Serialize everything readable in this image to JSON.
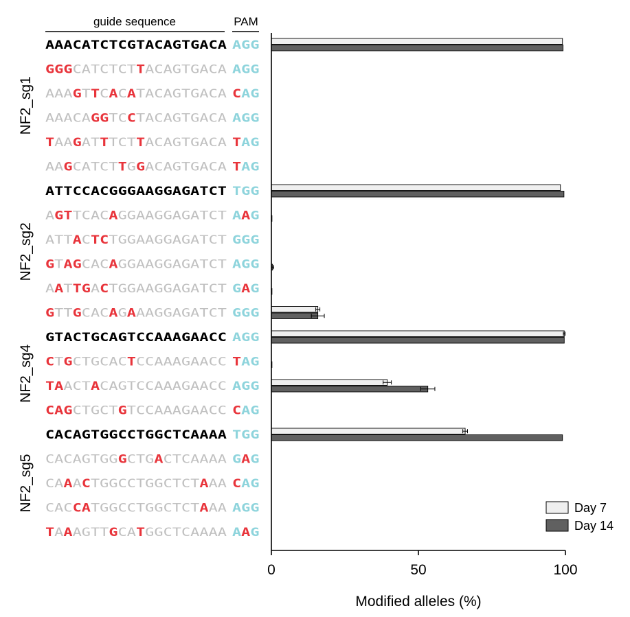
{
  "chart_data": {
    "type": "bar",
    "orientation": "horizontal",
    "header": {
      "guide": "guide sequence",
      "pam": "PAM"
    },
    "xlabel": "Modified alleles (%)",
    "xlim": [
      0,
      100
    ],
    "xticks": [
      0,
      50,
      100
    ],
    "legend": {
      "position": "bottom-right",
      "entries": [
        "Day 7",
        "Day 14"
      ]
    },
    "colors": {
      "day7": "#efefef",
      "day14": "#606060",
      "target_text": "#000000",
      "offtarget_text": "#c0c0c0",
      "mismatch": "#e8343b",
      "pam": "#8ed4dc"
    },
    "series": [
      {
        "name": "Day 7"
      },
      {
        "name": "Day 14"
      }
    ],
    "groups": [
      {
        "label": "NF2_sg1",
        "rows": [
          {
            "guide": "AAACATCTCGTACAGTGACA",
            "pam": "AGG",
            "target": true,
            "mm": [],
            "pam_mm": [],
            "day7": 99,
            "day7_err": 0,
            "day14": 99.2,
            "day14_err": 0
          },
          {
            "guide": "GGGCATCTCTTACAGTGACA",
            "pam": "AGG",
            "target": false,
            "mm": [
              0,
              1,
              2,
              10
            ],
            "pam_mm": [],
            "day7": 0,
            "day7_err": 0,
            "day14": 0,
            "day14_err": 0
          },
          {
            "guide": "AAAGTTCACATACAGTGACA",
            "pam": "CAG",
            "target": false,
            "mm": [
              3,
              5,
              7,
              9
            ],
            "pam_mm": [
              0
            ],
            "day7": 0,
            "day7_err": 0,
            "day14": 0,
            "day14_err": 0
          },
          {
            "guide": "AAACAGGTCCTACAGTGACA",
            "pam": "AGG",
            "target": false,
            "mm": [
              5,
              6,
              9
            ],
            "pam_mm": [],
            "day7": 0,
            "day7_err": 0,
            "day14": 0,
            "day14_err": 0
          },
          {
            "guide": "TAAGATTTCTTACAGTGACA",
            "pam": "TAG",
            "target": false,
            "mm": [
              0,
              3,
              6,
              10
            ],
            "pam_mm": [
              0
            ],
            "day7": 0,
            "day7_err": 0,
            "day14": 0,
            "day14_err": 0
          },
          {
            "guide": "AAGCATCTTGGACAGTGACA",
            "pam": "TAG",
            "target": false,
            "mm": [
              2,
              8,
              10
            ],
            "pam_mm": [
              0
            ],
            "day7": 0,
            "day7_err": 0,
            "day14": 0,
            "day14_err": 0
          }
        ]
      },
      {
        "label": "NF2_sg2",
        "rows": [
          {
            "guide": "ATTCCACGGGAAGGAGATCT",
            "pam": "TGG",
            "target": true,
            "mm": [],
            "pam_mm": [],
            "day7": 98.3,
            "day7_err": 0,
            "day14": 99.5,
            "day14_err": 0
          },
          {
            "guide": "AGTTCACAGGAAGGAGATCT",
            "pam": "AAG",
            "target": false,
            "mm": [
              1,
              2,
              7
            ],
            "pam_mm": [
              1
            ],
            "day7": 0,
            "day7_err": 0,
            "day14": 0.2,
            "day14_err": 0
          },
          {
            "guide": "ATTACTCTGGAAGGAGATCT",
            "pam": "GGG",
            "target": false,
            "mm": [
              3,
              5,
              6
            ],
            "pam_mm": [],
            "day7": 0,
            "day7_err": 0,
            "day14": 0,
            "day14_err": 0
          },
          {
            "guide": "GTAGCACAGGAAGGAGATCT",
            "pam": "AGG",
            "target": false,
            "mm": [
              0,
              2,
              3,
              7
            ],
            "pam_mm": [],
            "day7": 0,
            "day7_err": 0,
            "day14": 0.4,
            "day14_err": 0.4
          },
          {
            "guide": "AATTGACTGGAAGGAGATCT",
            "pam": "GAG",
            "target": false,
            "mm": [
              1,
              3,
              4,
              6
            ],
            "pam_mm": [
              1
            ],
            "day7": 0,
            "day7_err": 0,
            "day14": 0.2,
            "day14_err": 0
          },
          {
            "guide": "GTTGCACAGAAAGGAGATCT",
            "pam": "GGG",
            "target": false,
            "mm": [
              0,
              3,
              7,
              9
            ],
            "pam_mm": [],
            "day7": 15.8,
            "day7_err": 0.7,
            "day14": 15.8,
            "day14_err": 2.2
          }
        ]
      },
      {
        "label": "NF2_sg4",
        "rows": [
          {
            "guide": "GTACTGCAGTCCAAAGAACC",
            "pam": "AGG",
            "target": true,
            "mm": [],
            "pam_mm": [],
            "day7": 99.6,
            "day7_err": 0.3,
            "day14": 99.6,
            "day14_err": 0
          },
          {
            "guide": "CTGCTGCACTCCAAAGAACC",
            "pam": "TAG",
            "target": false,
            "mm": [
              0,
              2,
              9
            ],
            "pam_mm": [
              0
            ],
            "day7": 0,
            "day7_err": 0,
            "day14": 0.2,
            "day14_err": 0
          },
          {
            "guide": "TAACTACAGTCCAAAGAACC",
            "pam": "AGG",
            "target": false,
            "mm": [
              0,
              1,
              5
            ],
            "pam_mm": [],
            "day7": 39.4,
            "day7_err": 1.4,
            "day14": 53.2,
            "day14_err": 2.4
          },
          {
            "guide": "CAGCTGCTGTCCAAAGAACC",
            "pam": "CAG",
            "target": false,
            "mm": [
              0,
              1,
              2,
              8
            ],
            "pam_mm": [
              0
            ],
            "day7": 0,
            "day7_err": 0,
            "day14": 0,
            "day14_err": 0
          }
        ]
      },
      {
        "label": "NF2_sg5",
        "rows": [
          {
            "guide": "CACAGTGGCCTGGCTCAAAA",
            "pam": "TGG",
            "target": true,
            "mm": [],
            "pam_mm": [],
            "day7": 65.9,
            "day7_err": 0.8,
            "day14": 99,
            "day14_err": 0
          },
          {
            "guide": "CACAGTGGGCTGACTCAAAA",
            "pam": "GAG",
            "target": false,
            "mm": [
              8,
              12
            ],
            "pam_mm": [
              1
            ],
            "day7": 0,
            "day7_err": 0,
            "day14": 0,
            "day14_err": 0
          },
          {
            "guide": "CAAACTGGCCTGGCTCTAAA",
            "pam": "CAG",
            "target": false,
            "mm": [
              2,
              4,
              17
            ],
            "pam_mm": [
              0
            ],
            "day7": 0,
            "day7_err": 0,
            "day14": 0,
            "day14_err": 0
          },
          {
            "guide": "CACCATGGCCTGGCTCTAAA",
            "pam": "AGG",
            "target": false,
            "mm": [
              3,
              4,
              17
            ],
            "pam_mm": [],
            "day7": 0,
            "day7_err": 0,
            "day14": 0,
            "day14_err": 0
          },
          {
            "guide": "TAAAGTTGCATGGCTCAAAA",
            "pam": "AAG",
            "target": false,
            "mm": [
              0,
              2,
              7,
              10
            ],
            "pam_mm": [
              1
            ],
            "day7": 0,
            "day7_err": 0,
            "day14": 0,
            "day14_err": 0
          }
        ]
      }
    ]
  }
}
